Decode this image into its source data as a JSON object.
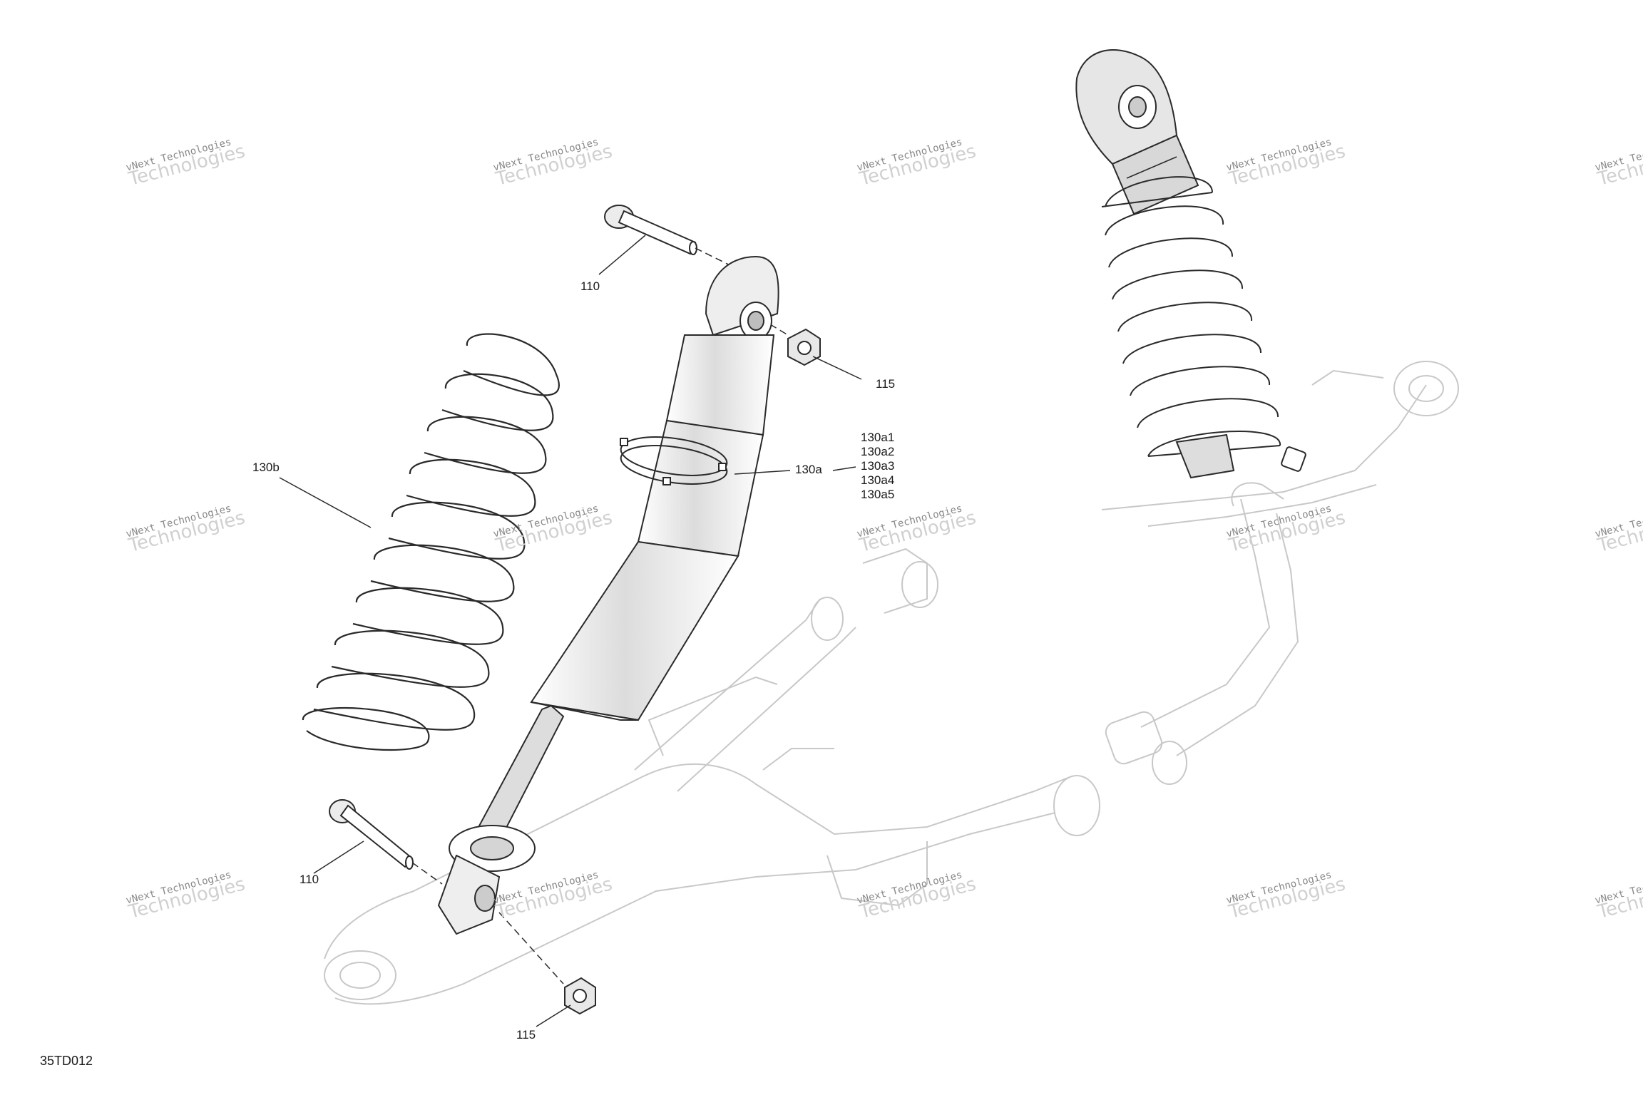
{
  "drawing": {
    "code": "35TD012",
    "watermark": {
      "line1": "vNext Technologies",
      "line2": "Technologies"
    }
  },
  "callouts": {
    "bolt_top": "110",
    "nut_top": "115",
    "ring": "130a",
    "ring_variants": [
      "130a1",
      "130a2",
      "130a3",
      "130a4",
      "130a5"
    ],
    "spring": "130b",
    "bolt_bottom": "110",
    "nut_bottom": "115"
  },
  "colors": {
    "line": "#2a2a2a",
    "ghost": "#c8c8c8",
    "shade": "#d8d8d8",
    "paper": "#ffffff"
  }
}
